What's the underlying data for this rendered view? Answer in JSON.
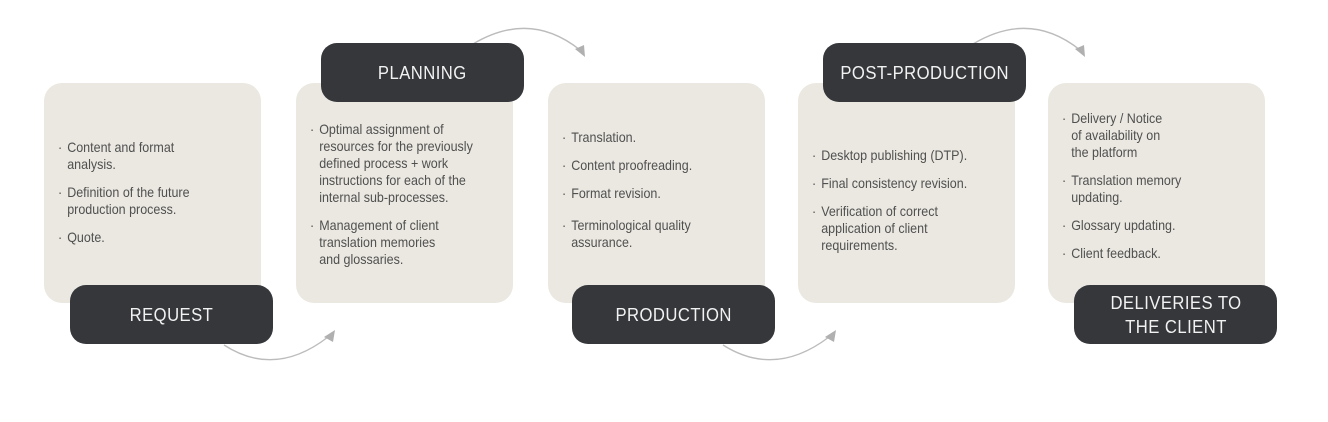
{
  "stages": [
    {
      "title": "REQUEST",
      "items": [
        "Content and format analysis.",
        "Definition of the future production process.",
        "Quote."
      ]
    },
    {
      "title": "PLANNING",
      "items": [
        "Optimal assignment of resources for the previously defined process + work instructions for each of the internal sub-processes.",
        "Management of client translation memories and glossaries."
      ]
    },
    {
      "title": "PRODUCTION",
      "items": [
        "Translation.",
        "Content proofreading.",
        "Format revision.",
        "Terminological quality assurance."
      ]
    },
    {
      "title": "POST-PRODUCTION",
      "items": [
        "Desktop publishing (DTP).",
        "Final consistency revision.",
        "Verification of correct application of client requirements."
      ]
    },
    {
      "title": "DELIVERIES TO THE CLIENT",
      "items": [
        "Delivery / Notice of availability on the platform",
        "Translation memory updating.",
        "Glossary updating.",
        "Client feedback."
      ]
    }
  ],
  "colors": {
    "card_bg": "#eae8e0",
    "label_bg": "#35373b",
    "label_text": "#f2f2f2",
    "body_text": "#505050",
    "arrow": "#b5b5b5"
  }
}
